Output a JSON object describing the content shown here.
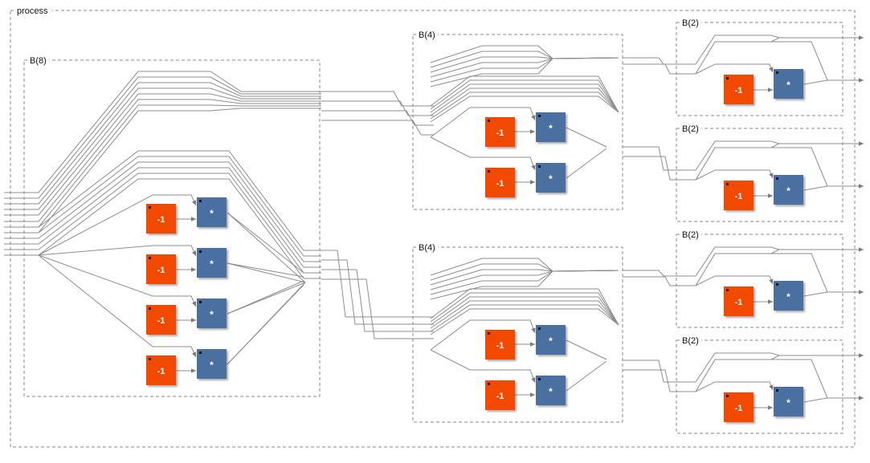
{
  "diagram": {
    "outer_label": "process",
    "groups": {
      "b8": "B(8)",
      "b4_top": "B(4)",
      "b4_bottom": "B(4)",
      "b2_1": "B(2)",
      "b2_2": "B(2)",
      "b2_3": "B(2)",
      "b2_4": "B(2)"
    },
    "block_labels": {
      "negate": "-1",
      "multiply": "*"
    },
    "colors": {
      "negate": "#f24a05",
      "multiply": "#4a6fa0",
      "wire": "#8c8c8c",
      "frame": "#8a8a8a"
    }
  }
}
